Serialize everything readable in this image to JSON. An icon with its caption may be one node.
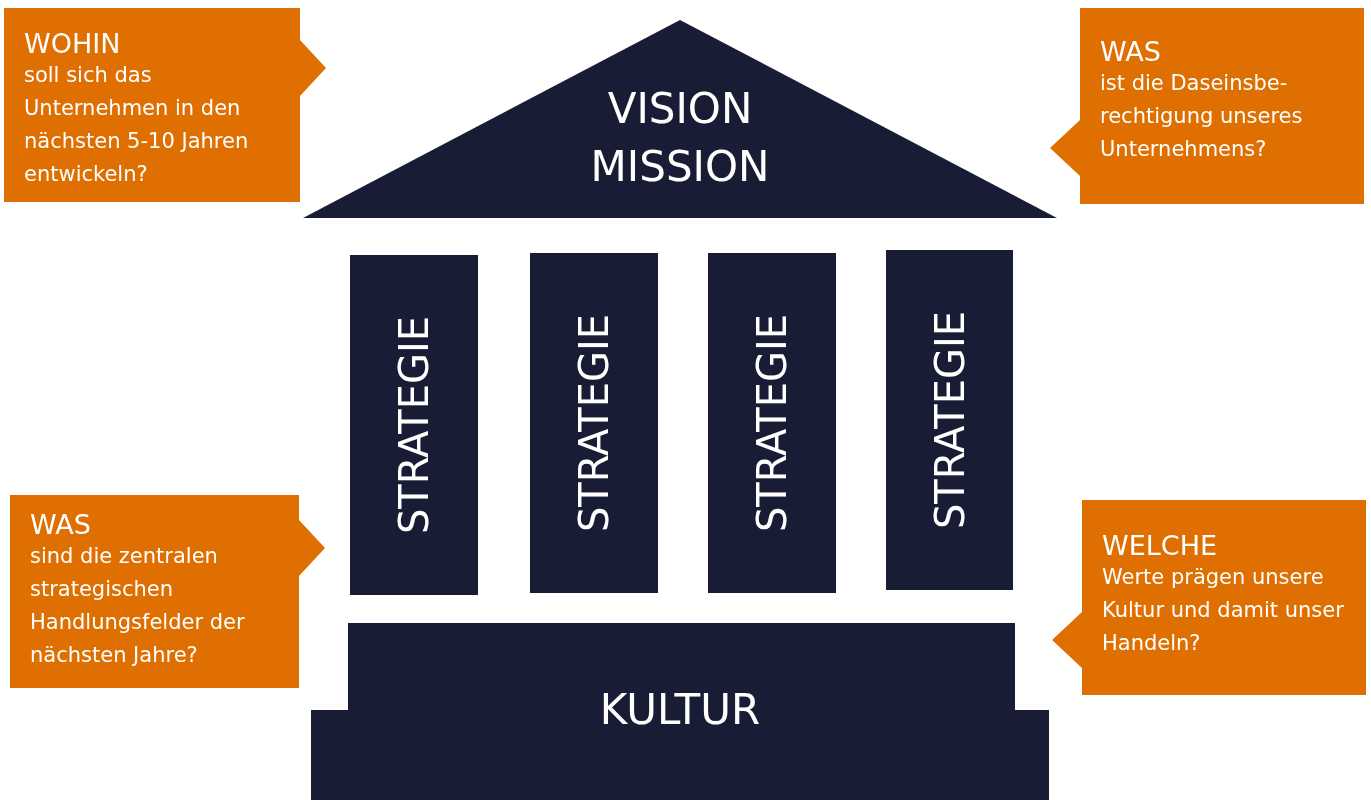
{
  "diagram": {
    "nodes": [
      {
        "text": [
          "WOHIN",
          "soll sich das Unternehmen in den nächsten 5-10 Jahren entwickeln?"
        ]
      },
      {
        "text": [
          "VISION MISSION"
        ]
      },
      {
        "text": [
          "WAS",
          "ist die Daseinsbe-rechtigung unseres Unternehmens?"
        ]
      },
      {
        "text": [
          "STRATEGIE"
        ]
      },
      {
        "text": [
          "STRATEGIE"
        ]
      },
      {
        "text": [
          "STRATEGIE"
        ]
      },
      {
        "text": [
          "STRATEGIE"
        ]
      },
      {
        "text": [
          "WAS",
          "sind die zentralen strategischen Handlungsfelder der nächsten Jahre?"
        ]
      },
      {
        "text": [
          "WELCHE",
          "Werte prägen unsere Kultur und damit unser Handeln?"
        ]
      },
      {
        "text": [
          "KULTUR"
        ]
      }
    ]
  }
}
